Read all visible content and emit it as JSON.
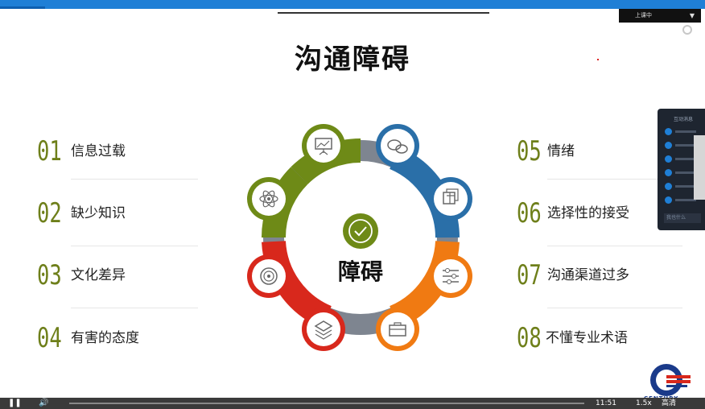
{
  "slide": {
    "title": "沟通障碍",
    "center_label": "障碍",
    "left_items": [
      {
        "num": "01",
        "label": "信息过载"
      },
      {
        "num": "02",
        "label": "缺少知识"
      },
      {
        "num": "03",
        "label": "文化差异"
      },
      {
        "num": "04",
        "label": "有害的态度"
      }
    ],
    "right_items": [
      {
        "num": "05",
        "label": "情绪"
      },
      {
        "num": "06",
        "label": "选择性的接受"
      },
      {
        "num": "07",
        "label": "沟通渠道过多"
      },
      {
        "num": "08",
        "label": "不懂专业术语"
      }
    ],
    "diagram_nodes": [
      {
        "icon": "presentation-board-icon",
        "color": "#6e8a17"
      },
      {
        "icon": "chat-bubbles-icon",
        "color": "#2a6fa8"
      },
      {
        "icon": "cube-icon",
        "color": "#2a6fa8"
      },
      {
        "icon": "sliders-icon",
        "color": "#f07a12"
      },
      {
        "icon": "briefcase-icon",
        "color": "#f07a12"
      },
      {
        "icon": "layers-icon",
        "color": "#d8281c"
      },
      {
        "icon": "target-icon",
        "color": "#d8281c"
      },
      {
        "icon": "atom-icon",
        "color": "#6e8a17"
      }
    ],
    "center_icon": "checkmark-icon",
    "colors": {
      "number": "#6e7f1a",
      "gray_ring": "#7e8590"
    }
  },
  "overlay": {
    "dropdown_label": "上课中",
    "panel_title": "互动消息",
    "panel_input_placeholder": "我也什么"
  },
  "player": {
    "time": "11:51",
    "speed": "1.5x",
    "quality": "高清",
    "logo_text": "CENTURY"
  }
}
